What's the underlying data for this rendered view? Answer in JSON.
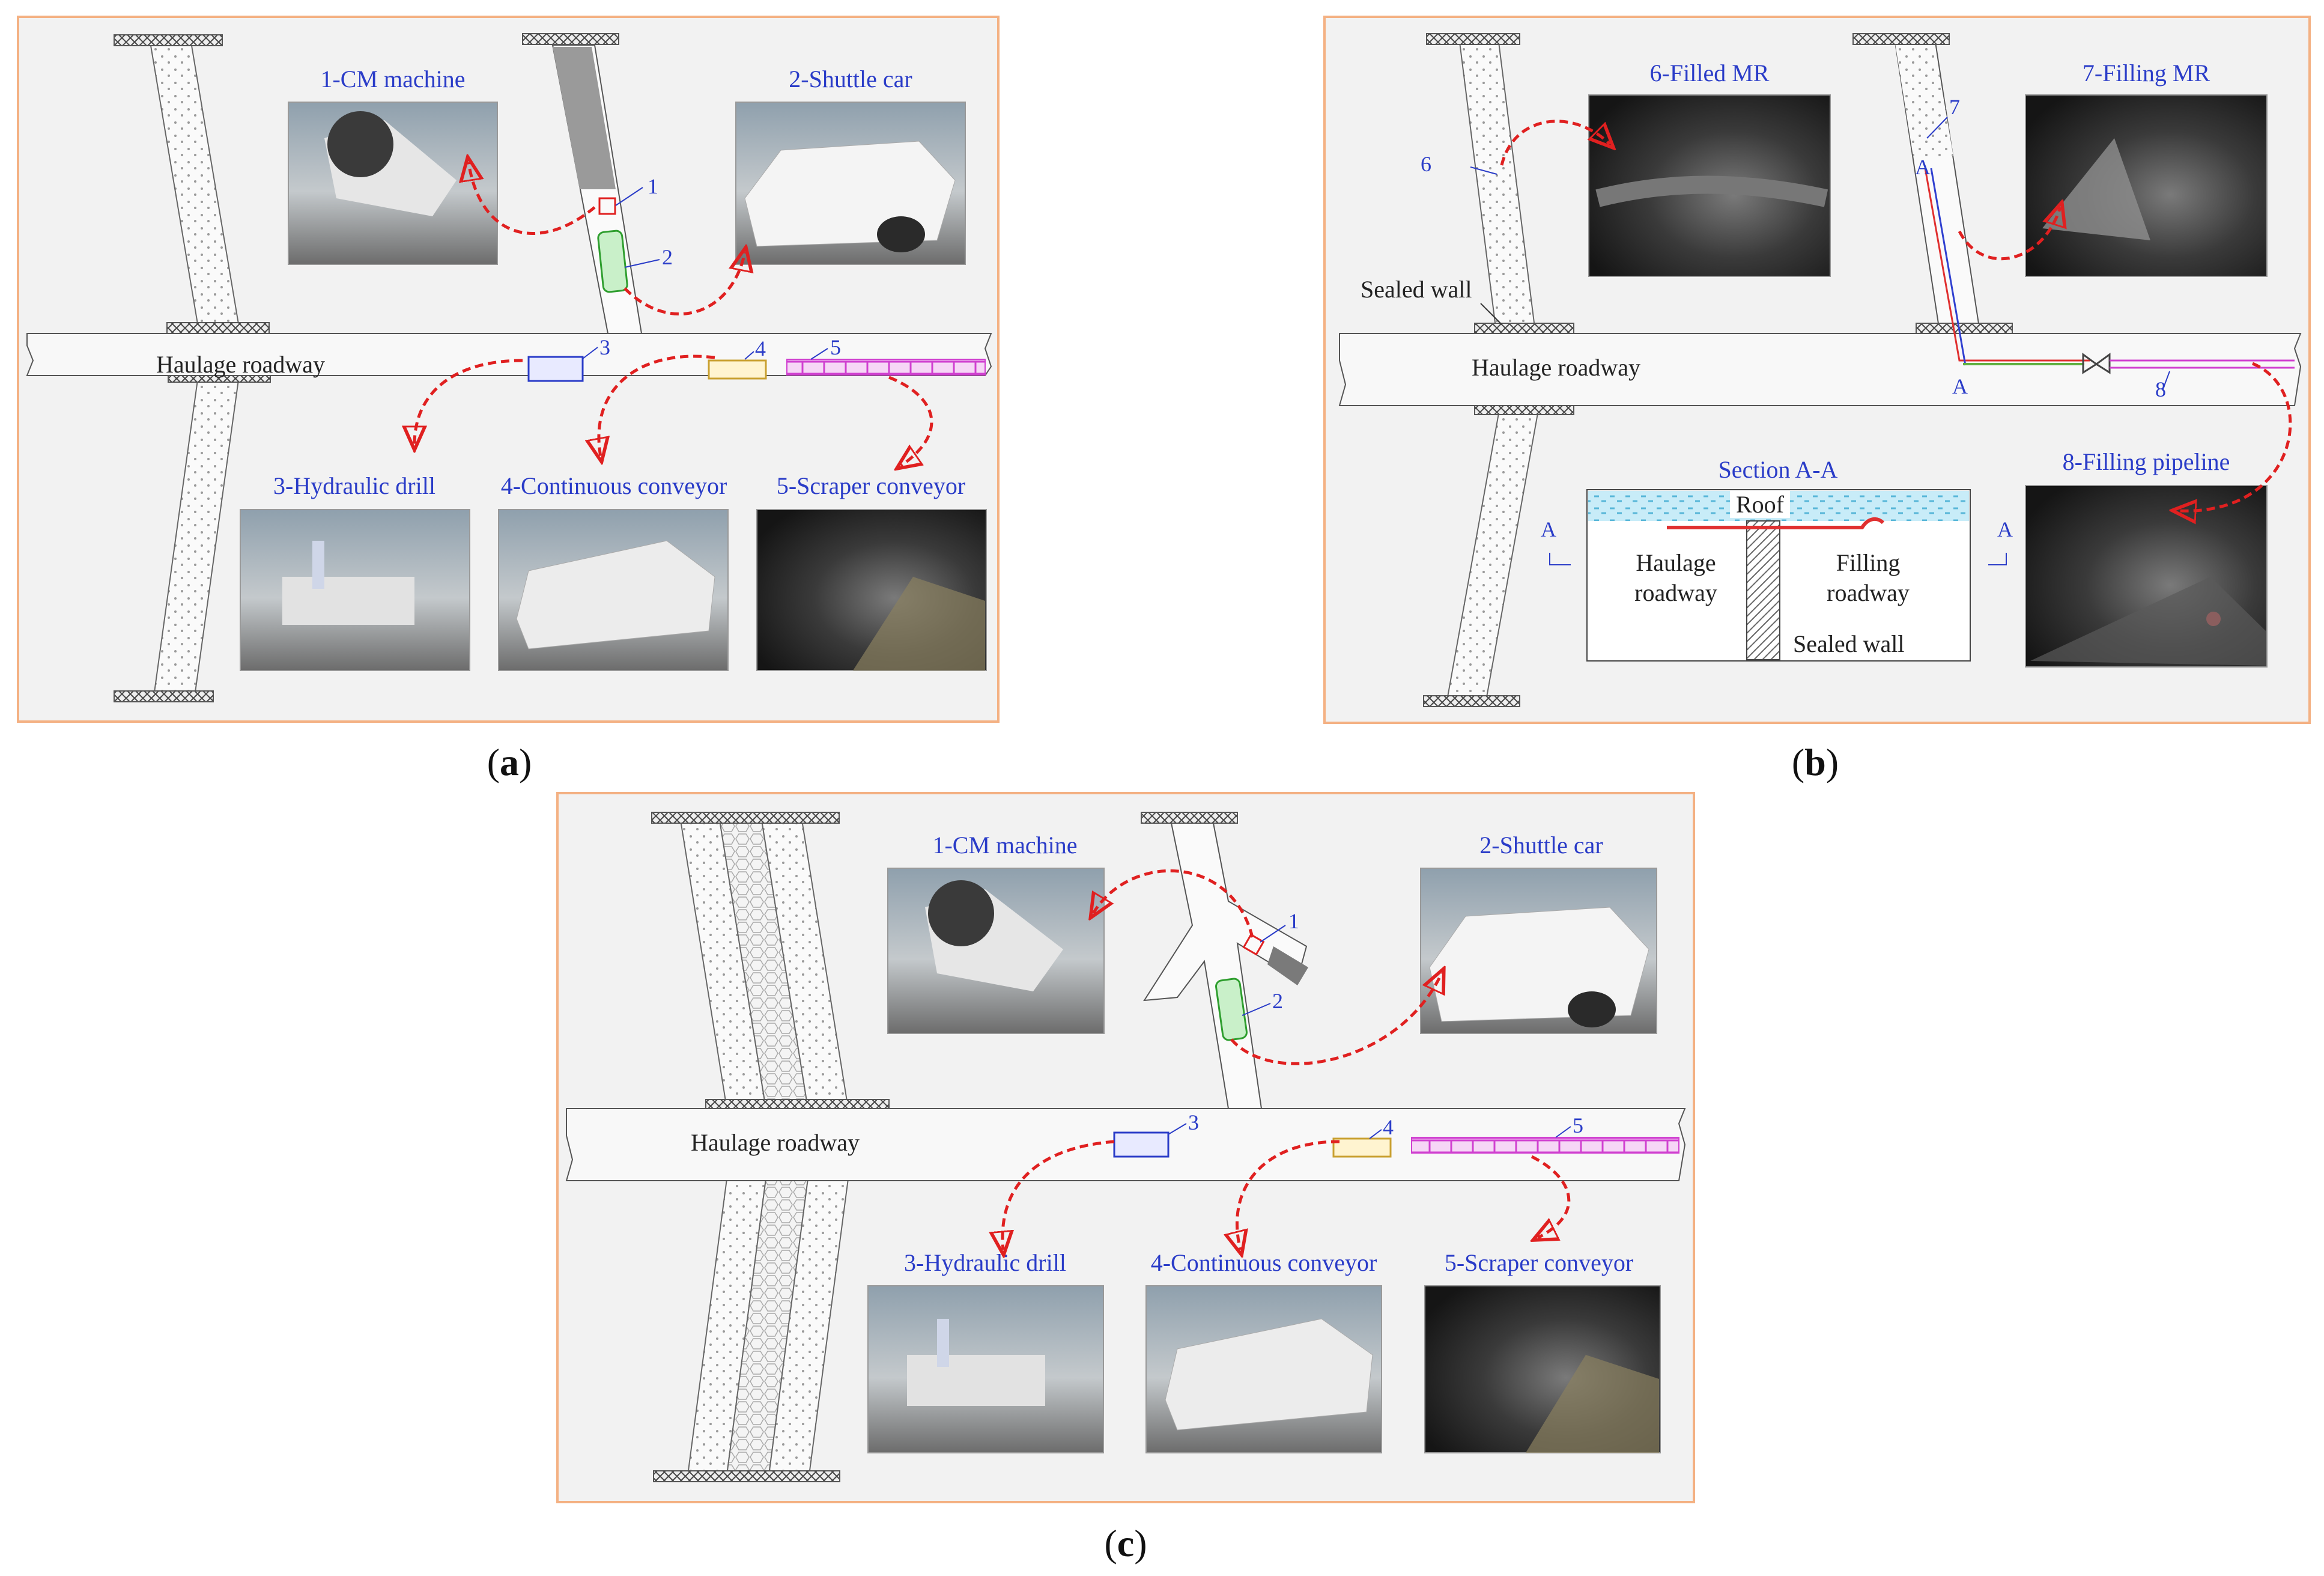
{
  "panel_a": {
    "caption": "a",
    "roadway": "Haulage roadway",
    "photos": [
      {
        "num": "1",
        "label": "1-CM machine"
      },
      {
        "num": "2",
        "label": "2-Shuttle car"
      },
      {
        "num": "3",
        "label": "3-Hydraulic drill"
      },
      {
        "num": "4",
        "label": "4-Continuous conveyor"
      },
      {
        "num": "5",
        "label": "5-Scraper conveyor"
      }
    ]
  },
  "panel_b": {
    "caption": "b",
    "roadway": "Haulage roadway",
    "sealed_wall": "Sealed wall",
    "photos": [
      {
        "num": "6",
        "label": "6-Filled MR"
      },
      {
        "num": "7",
        "label": "7-Filling MR"
      },
      {
        "num": "8",
        "label": "8-Filling pipeline"
      }
    ],
    "section": {
      "title": "Section A-A",
      "roof": "Roof",
      "left_line1": "Haulage",
      "left_line2": "roadway",
      "right_line1": "Filling",
      "right_line2": "roadway",
      "wall": "Sealed wall",
      "marker": "A"
    }
  },
  "panel_c": {
    "caption": "c",
    "roadway": "Haulage roadway",
    "photos": [
      {
        "num": "1",
        "label": "1-CM machine"
      },
      {
        "num": "2",
        "label": "2-Shuttle car"
      },
      {
        "num": "3",
        "label": "3-Hydraulic drill"
      },
      {
        "num": "4",
        "label": "4-Continuous conveyor"
      },
      {
        "num": "5",
        "label": "5-Scraper conveyor"
      }
    ]
  },
  "colors": {
    "frame": "#f4b183",
    "panel_bg": "#f2f2f2",
    "label_blue": "#2a3cc8",
    "arrow_red": "#e02020",
    "pipe_red": "#e03030",
    "pipe_blue": "#3040d0",
    "pipe_green": "#60b040",
    "pipe_magenta": "#d040d0"
  }
}
